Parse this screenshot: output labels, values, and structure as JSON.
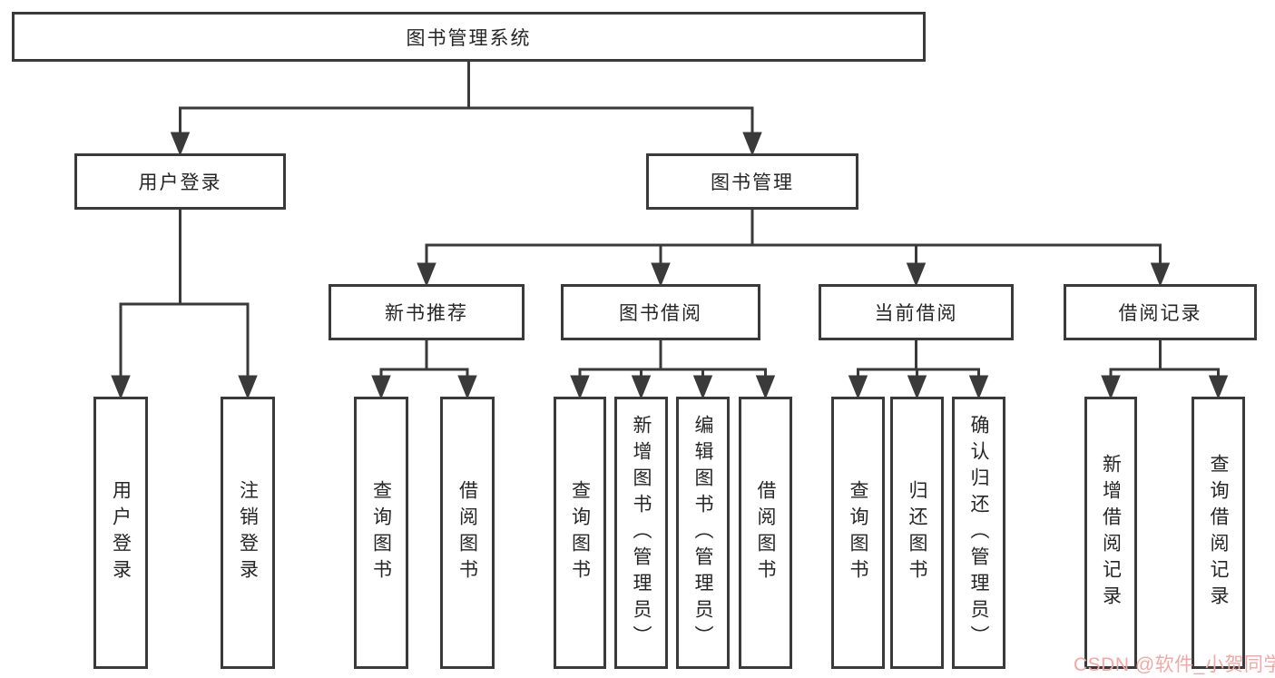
{
  "colors": {
    "line": "#3a3a3a",
    "text": "#262626",
    "watermark": "#f2a8a4",
    "background": "#ffffff"
  },
  "tree": {
    "root": "图书管理系统",
    "branches": [
      {
        "label": "用户登录",
        "children": [
          "用户登录",
          "注销登录"
        ]
      },
      {
        "label": "图书管理",
        "children": [
          {
            "label": "新书推荐",
            "children": [
              "查询图书",
              "借阅图书"
            ]
          },
          {
            "label": "图书借阅",
            "children": [
              "查询图书",
              "新增图书（管理员）",
              "编辑图书（管理员）",
              "借阅图书"
            ]
          },
          {
            "label": "当前借阅",
            "children": [
              "查询图书",
              "归还图书",
              "确认归还（管理员）"
            ]
          },
          {
            "label": "借阅记录",
            "children": [
              "新增借阅记录",
              "查询借阅记录"
            ]
          }
        ]
      }
    ]
  },
  "watermark": "CSDN @软件_小贺同学"
}
